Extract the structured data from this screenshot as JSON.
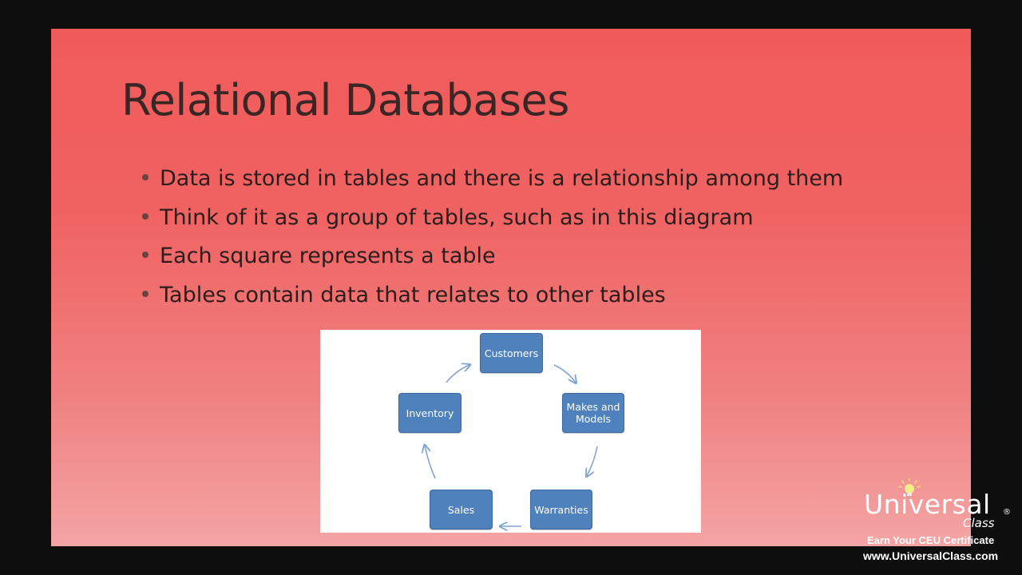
{
  "slide": {
    "title": "Relational Databases",
    "bullets": [
      "Data is stored in tables and there is a relationship among them",
      "Think of it as a group of tables, such as in this diagram",
      "Each square represents a table",
      "Tables contain data that relates to other tables"
    ]
  },
  "diagram": {
    "nodes": {
      "customers": "Customers",
      "makes_line1": "Makes and",
      "makes_line2": "Models",
      "warranties": "Warranties",
      "sales": "Sales",
      "inventory": "Inventory"
    }
  },
  "logo": {
    "word": "Universal",
    "sub": "Class",
    "registered": "®",
    "tagline": "Earn Your CEU Certificate",
    "url": "www.UniversalClass.com"
  },
  "colors": {
    "node_fill": "#4f81bd",
    "arrow": "#7fa4cf",
    "slide_top": "#f15a5a",
    "slide_bottom": "#f4a4a4"
  }
}
